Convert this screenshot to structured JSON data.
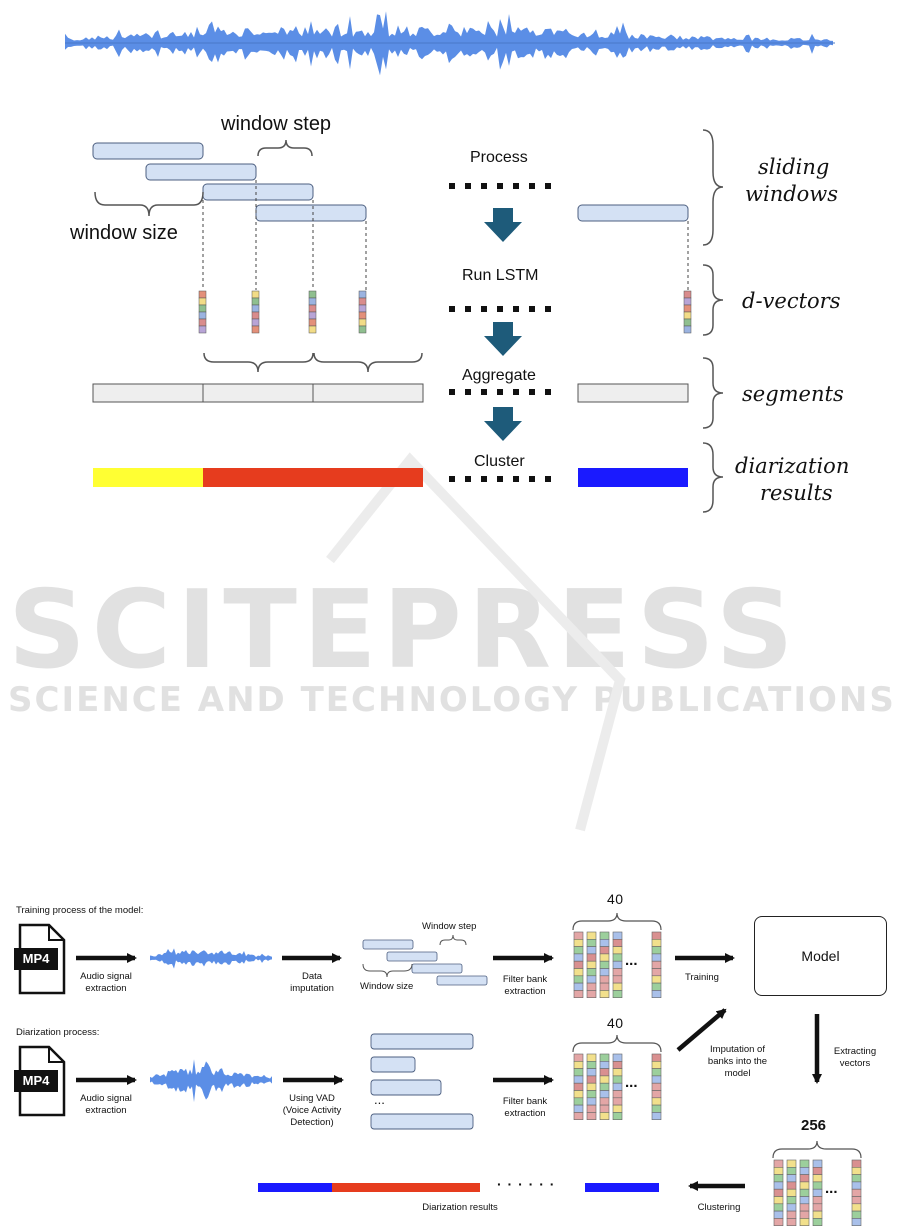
{
  "watermark": {
    "logo": "SCITEPRESS",
    "tagline": "SCIENCE AND TECHNOLOGY PUBLICATIONS"
  },
  "top_figure": {
    "window_step": "window step",
    "window_size": "window size",
    "stages": [
      "Process",
      "Run LSTM",
      "Aggregate",
      "Cluster"
    ],
    "side_labels": {
      "sliding_windows": [
        "sliding",
        "windows"
      ],
      "d_vectors": "d-vectors",
      "segments": "segments",
      "diarization_results": [
        "diarization",
        "results"
      ]
    },
    "colors": {
      "waveform": "#5b8ee6",
      "window_fill": "#d4e1f4",
      "segment_fill": "#eeeeee",
      "arrow": "#1e5b7a",
      "speaker_yellow": "#ffff33",
      "speaker_red": "#e63c1e",
      "speaker_blue": "#1a1aff"
    }
  },
  "bottom_figure": {
    "training_title": "Training process of the model:",
    "diarization_title": "Diarization process:",
    "file_icon_text": "MP4",
    "training_steps": {
      "audio": [
        "Audio signal",
        "extraction"
      ],
      "data_imputation": [
        "Data",
        "imputation"
      ],
      "window_step": "Window step",
      "window_size": "Window size",
      "filter_bank": [
        "Filter bank",
        "extraction"
      ],
      "training": "Training"
    },
    "bank_count": "40",
    "model": "Model",
    "diarization_steps": {
      "audio": [
        "Audio signal",
        "extraction"
      ],
      "vad": [
        "Using VAD",
        "(Voice Activity",
        "Detection)"
      ],
      "filter_bank": [
        "Filter bank",
        "extraction"
      ],
      "imputation": [
        "Imputation of",
        "banks into the",
        "model"
      ],
      "extracting": [
        "Extracting",
        "vectors"
      ],
      "vector_count": "256",
      "clustering": "Clustering",
      "results": "Diarization results"
    },
    "ellipsis_short": "...",
    "ellipsis_dots": "· · · · · ·"
  }
}
